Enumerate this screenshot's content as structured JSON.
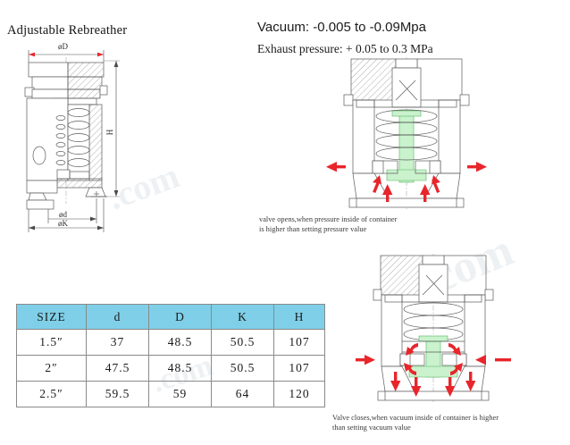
{
  "titles": {
    "product": "Adjustable Rebreather",
    "vacuum": "Vacuum: -0.005 to -0.09Mpa",
    "exhaust": "Exhaust pressure: + 0.05 to 0.3 MPa"
  },
  "dimension_labels": {
    "outer_diameter": "øD",
    "inner_diameter": "ød",
    "clamp_diameter": "øK",
    "height": "H"
  },
  "captions": {
    "valve_open_line1": "valve opens,when pressure inside of container",
    "valve_open_line2": "is higher than setting pressure value",
    "valve_close_line1": "Valve closes,when vacuum inside of container is higher",
    "valve_close_line2": "than setting vacuum value"
  },
  "watermark": {
    "text_1": ".com",
    "text_2": ".com",
    "text_3": ".com"
  },
  "spec_table": {
    "headers": [
      "SIZE",
      "d",
      "D",
      "K",
      "H"
    ],
    "rows": [
      {
        "size": "1.5″",
        "d": "37",
        "D": "48.5",
        "K": "50.5",
        "H": "107"
      },
      {
        "size": "2″",
        "d": "47.5",
        "D": "48.5",
        "K": "50.5",
        "H": "107"
      },
      {
        "size": "2.5″",
        "d": "59.5",
        "D": "59",
        "K": "64",
        "H": "120"
      }
    ]
  },
  "colors": {
    "table_header_bg": "#7FCFE8",
    "arrow_red": "#E8252B",
    "shaft_green": "#c9f2cd",
    "line_gray": "#5a5a5a"
  },
  "diagrams": {
    "left_section_name": "adjustable-rebreather-section-view",
    "upper_right_name": "valve-open-flow-diagram",
    "lower_right_name": "valve-closed-vacuum-diagram"
  }
}
